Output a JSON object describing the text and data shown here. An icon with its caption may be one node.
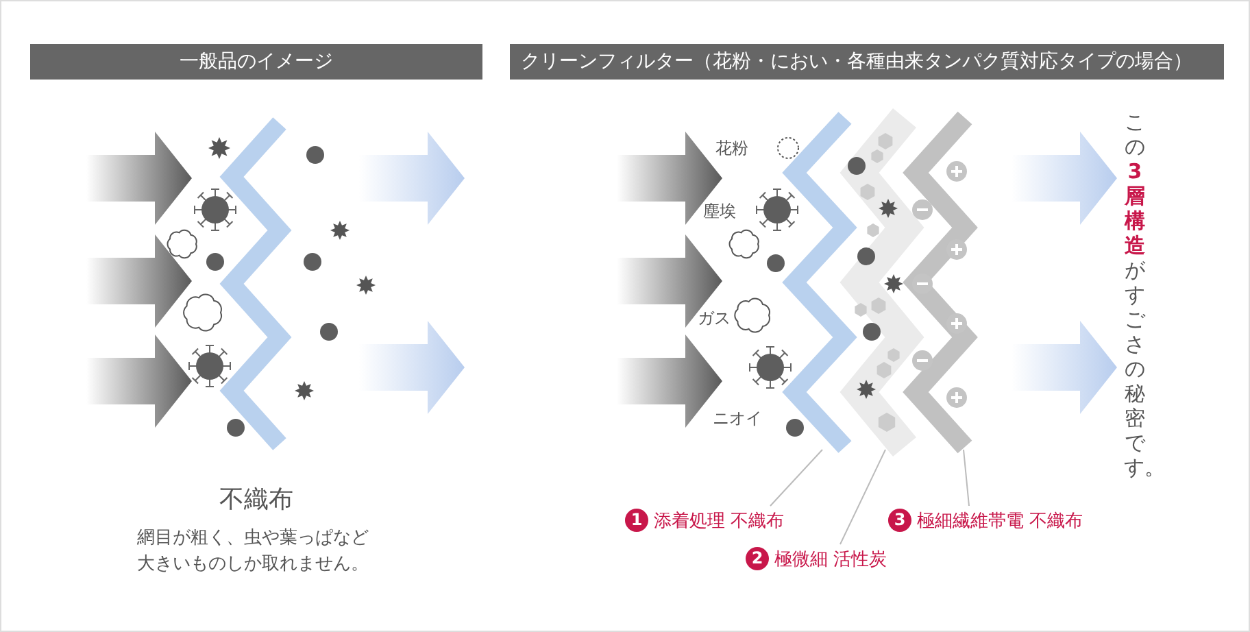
{
  "diagram": {
    "nodes": [
      {
        "text": [
          "一般品のイメージ"
        ]
      },
      {
        "text": [
          "クリーンフィルター（花粉・におい・各種由来タンパク質対応タイプの場合）"
        ]
      },
      {
        "text": [],
        "shape": "zigzag"
      },
      {
        "text": [],
        "shape": "zigzag"
      },
      {
        "text": [],
        "shape": "zigzag"
      },
      {
        "text": [
          "1",
          "添着処理 不織布"
        ]
      },
      {
        "text": [
          "2",
          "極微細 活性炭"
        ]
      },
      {
        "text": [
          "3",
          "極細繊維帯電 不織布"
        ]
      }
    ],
    "edges": [
      {
        "from": 5,
        "to": 2,
        "arrow": "none"
      },
      {
        "from": 6,
        "to": 3,
        "arrow": "none"
      },
      {
        "from": 7,
        "to": 4,
        "arrow": "none"
      }
    ],
    "labels": [
      "不織布",
      "網目が粗く、虫や葉っぱなど大きいものしか取れません。",
      "花粉",
      "塵埃",
      "ガス",
      "ニオイ",
      "この**3層構造**がすごさの秘密です。"
    ]
  }
}
